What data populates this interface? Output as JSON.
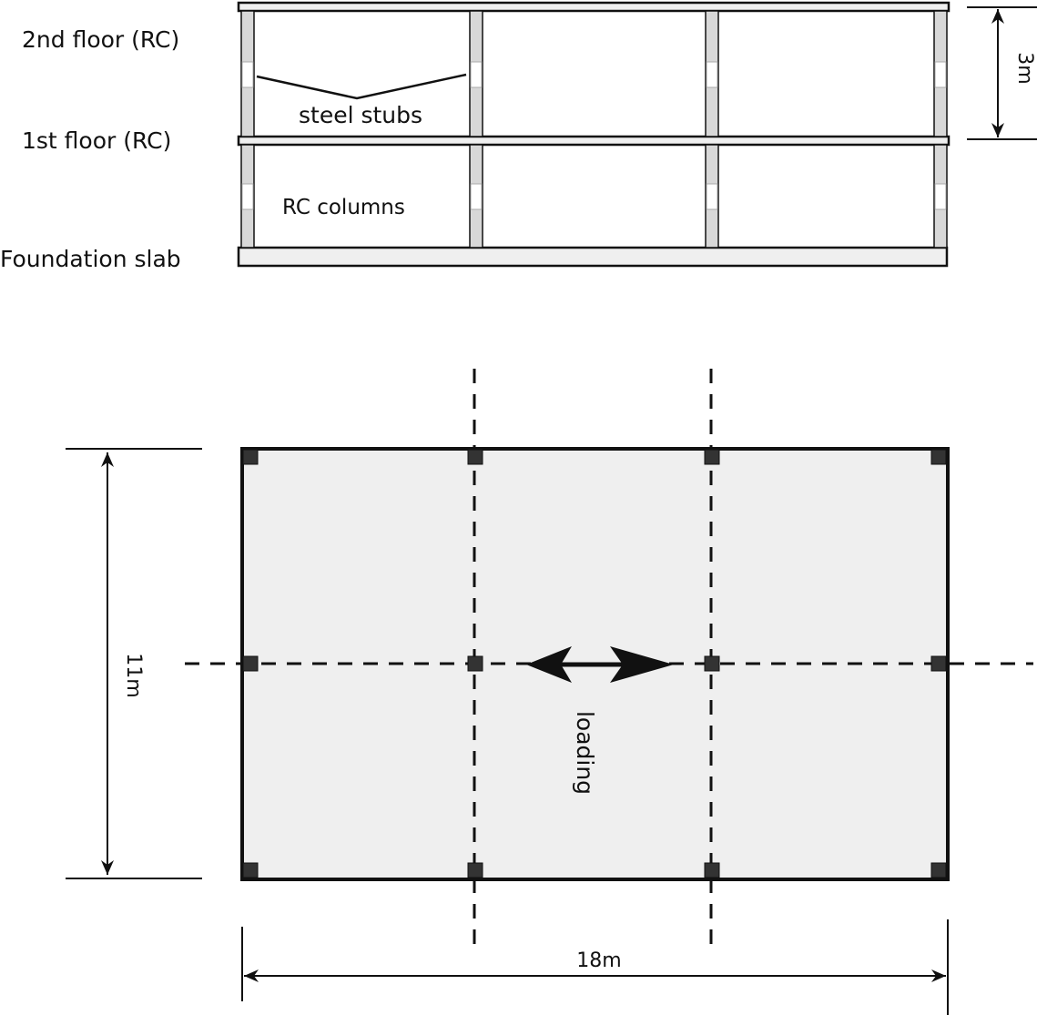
{
  "elevation": {
    "labels": {
      "second_floor": "2nd floor (RC)",
      "first_floor": "1st floor (RC)",
      "foundation": "Foundation slab",
      "steel_stubs": "steel stubs",
      "rc_columns": "RC columns"
    },
    "height_dim": "3m"
  },
  "plan": {
    "width_dim": "18m",
    "height_dim": "11m",
    "loading_label": "loading"
  },
  "colors": {
    "line": "#111111",
    "slab_fill": "#efefef",
    "column_fill": "#d8d8d8",
    "column_node": "#333333"
  }
}
